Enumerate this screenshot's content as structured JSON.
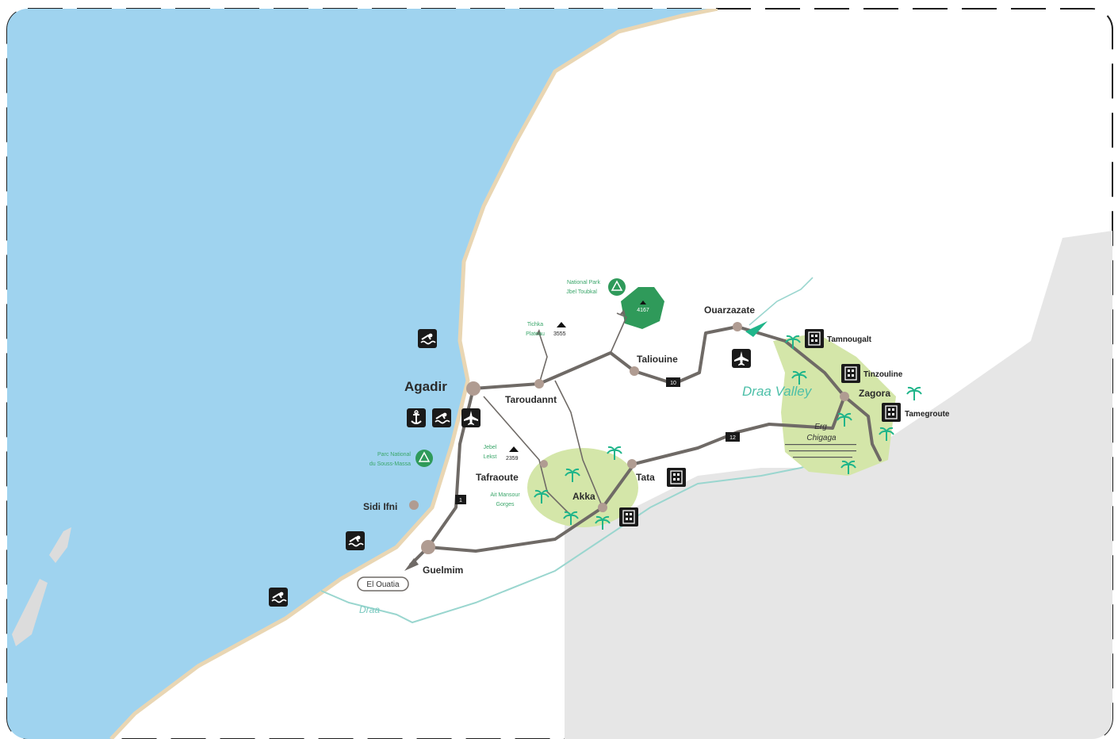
{
  "cities": {
    "agadir": "Agadir",
    "taroudannt": "Taroudannt",
    "taliouine": "Taliouine",
    "ouarzazate": "Ouarzazate",
    "tafraoute": "Tafraoute",
    "akka": "Akka",
    "tata": "Tata",
    "zagora": "Zagora",
    "sidi_ifni": "Sidi Ifni",
    "guelmim": "Guelmim",
    "el_ouatia": "El Ouatia"
  },
  "regions": {
    "draa_valley": "Draa Valley",
    "erg_chigaga_1": "Erg",
    "erg_chigaga_2": "Chigaga",
    "draa_river": "Draa"
  },
  "kasbahs": {
    "tamnougalt": "Tamnougalt",
    "tinzouline": "Tinzouline",
    "tamegroute": "Tamegroute"
  },
  "peaks": {
    "toubkal": "4167",
    "tichka": "3555",
    "lekst": "2359"
  },
  "parks": {
    "toubkal_1": "National Park",
    "toubkal_2": "Jbel Toubkal",
    "souss_1": "Parc National",
    "souss_2": "du Souss-Massa",
    "tichka_1": "Tichka",
    "tichka_2": "Plateau",
    "lekst_1": "Jebel",
    "lekst_2": "Lekst",
    "gorges_1": "Ait Mansour",
    "gorges_2": "Gorges"
  },
  "roads": {
    "n1": "1",
    "n10": "10",
    "n12": "12"
  },
  "colors": {
    "sea": "#9fd3ef",
    "coast": "#e9d6b3",
    "desert": "#e8e8e8",
    "route": "#6f6a66",
    "oasis": "#d4e6a9",
    "park": "#2f9a5a",
    "river": "#9ad6cf"
  },
  "icons": [
    "swim-icon",
    "anchor-icon",
    "airplane-icon",
    "kasbah-icon",
    "palm-icon",
    "mountain-icon",
    "park-icon"
  ]
}
